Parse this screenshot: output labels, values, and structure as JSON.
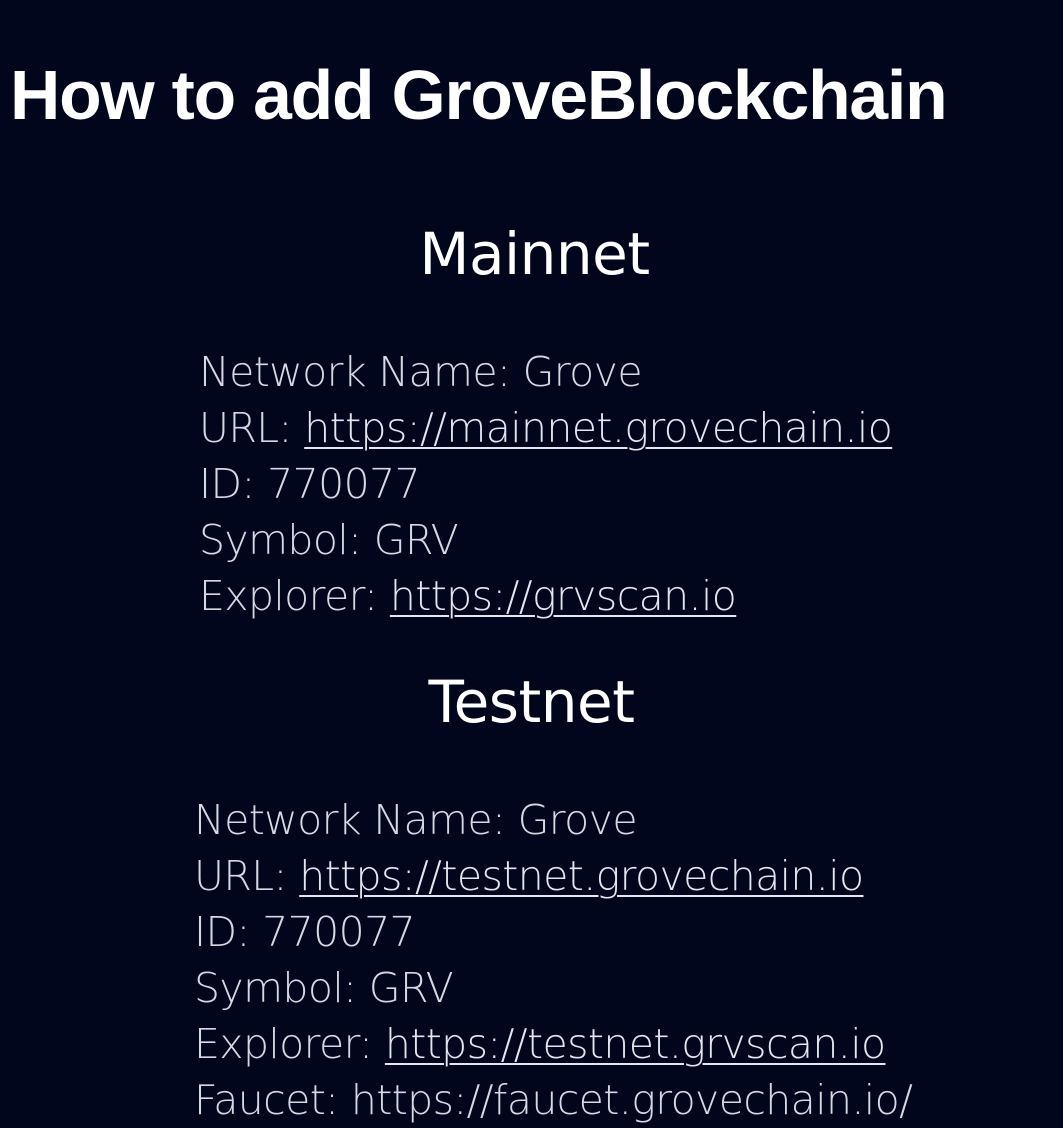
{
  "page": {
    "background_color": "#02061c",
    "text_color": "#d6d9e2",
    "title_color": "#ffffff",
    "title": "How to add GroveBlockchain"
  },
  "sections": [
    {
      "id": "mainnet",
      "heading": "Mainnet",
      "details": [
        {
          "label": "Network Name:",
          "value": "Grove",
          "is_link": false
        },
        {
          "label": "URL:",
          "value": "https://mainnet.grovechain.io",
          "is_link": true
        },
        {
          "label": "ID:",
          "value": "770077",
          "is_link": false
        },
        {
          "label": "Symbol:",
          "value": "GRV",
          "is_link": false
        },
        {
          "label": "Explorer:",
          "value": "https://grvscan.io",
          "is_link": true
        }
      ]
    },
    {
      "id": "testnet",
      "heading": "Testnet",
      "details": [
        {
          "label": "Network Name:",
          "value": "Grove",
          "is_link": false
        },
        {
          "label": "URL:",
          "value": "https://testnet.grovechain.io",
          "is_link": true
        },
        {
          "label": "ID:",
          "value": "770077",
          "is_link": false
        },
        {
          "label": "Symbol:",
          "value": "GRV",
          "is_link": false
        },
        {
          "label": "Explorer:",
          "value": "https://testnet.grvscan.io",
          "is_link": true
        },
        {
          "label": "Faucet:",
          "value": "https://faucet.grovechain.io/",
          "is_link": false
        }
      ]
    }
  ]
}
